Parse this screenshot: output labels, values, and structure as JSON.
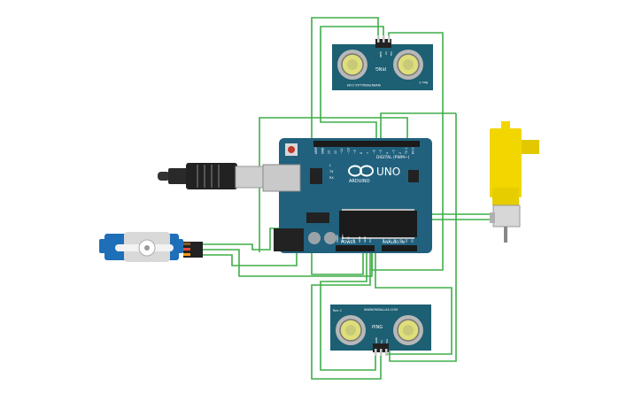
{
  "board": {
    "logo_text": "UNO",
    "brand_text": "ARDUINO",
    "digital_header": "DIGITAL (PWM~)",
    "power_label": "POWER",
    "analog_label": "ANALOG IN",
    "led_labels": [
      "L",
      "TX",
      "RX"
    ],
    "digital_pins": [
      "AREF",
      "GND",
      "13",
      "12",
      "~11",
      "~10",
      "~9",
      "8",
      "7",
      "~6",
      "~5",
      "4",
      "~3",
      "2",
      "TX 1",
      "RX 0"
    ],
    "power_pins": [
      "IOREF",
      "RESET",
      "3.3V",
      "5V",
      "GND",
      "GND",
      "Vin"
    ],
    "analog_pins": [
      "A0",
      "A1",
      "A2",
      "A3",
      "A4",
      "A5"
    ]
  },
  "sensor_top": {
    "name": "PING",
    "url": "WWW.PARALLAX.COM",
    "rev": "Rev C",
    "pins": [
      "GND",
      "5V",
      "SIG"
    ]
  },
  "sensor_bottom": {
    "name": "PING",
    "url": "WWW.PARALLAX.COM",
    "rev": "Rev C",
    "pins": [
      "GND",
      "5V",
      "SIG"
    ]
  },
  "colors": {
    "wire": "#3fae49",
    "board": "#21617e",
    "sensor": "#1d5f73",
    "motor": "#f2d600",
    "servo": "#1f6fb8"
  },
  "icons": [
    "usb-cable-icon",
    "servo-icon",
    "dc-motor-icon",
    "ultrasonic-sensor-icon",
    "arduino-board-icon"
  ]
}
